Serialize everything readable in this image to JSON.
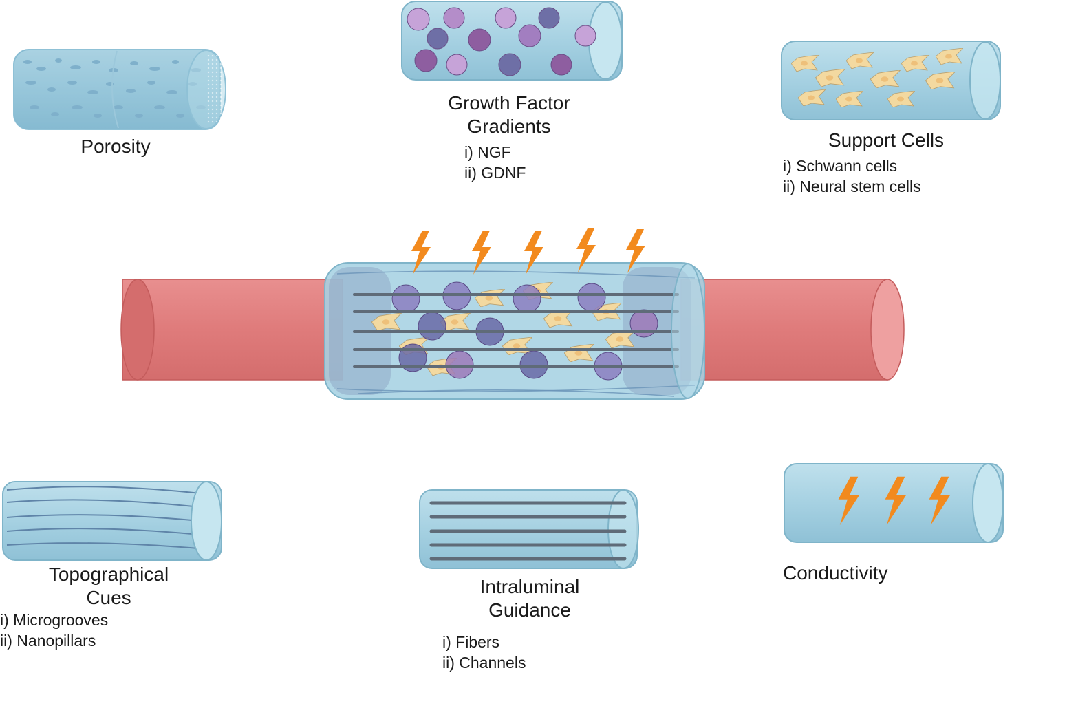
{
  "colors": {
    "tube_fill": "#a9d3e3",
    "tube_stroke": "#7fb4c9",
    "nerve_fill": "#e07b7b",
    "bolt": "#f28a1e",
    "fiber": "#5f6b78",
    "cell": "#f3d9a0",
    "particle_purple": "#8e6aa8"
  },
  "icons": {
    "porosity": "porous-tube-icon",
    "growth_factor": "growth-factor-tube-icon",
    "support_cells": "cell-laden-tube-icon",
    "central": "nerve-conduit-icon",
    "topographical": "grooved-tube-icon",
    "intraluminal": "fibers-tube-icon",
    "conductivity": "conductive-tube-icon"
  },
  "porosity": {
    "title": "Porosity"
  },
  "growth_factor": {
    "title_line1": "Growth Factor",
    "title_line2": "Gradients",
    "items": [
      "i) NGF",
      "ii) GDNF"
    ]
  },
  "support_cells": {
    "title": "Support Cells",
    "items": [
      "i) Schwann cells",
      "ii) Neural stem cells"
    ]
  },
  "topographical": {
    "title_line1": "Topographical",
    "title_line2": "Cues",
    "items": [
      "i) Microgrooves",
      "ii) Nanopillars"
    ]
  },
  "intraluminal": {
    "title_line1": "Intraluminal",
    "title_line2": "Guidance",
    "items": [
      "i) Fibers",
      "ii) Channels"
    ]
  },
  "conductivity": {
    "title": "Conductivity"
  }
}
